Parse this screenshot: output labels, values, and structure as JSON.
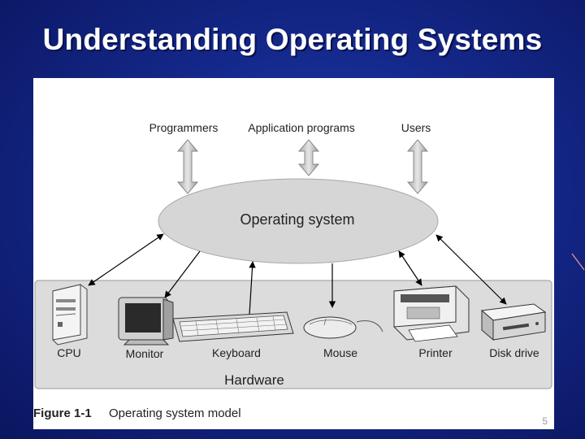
{
  "slide": {
    "title": "Understanding Operating Systems",
    "page_number": "5"
  },
  "diagram": {
    "top_labels": [
      "Programmers",
      "Application programs",
      "Users"
    ],
    "center_label": "Operating system",
    "hardware_label": "Hardware",
    "devices": [
      "CPU",
      "Monitor",
      "Keyboard",
      "Mouse",
      "Printer",
      "Disk drive"
    ],
    "caption_number": "Figure 1-1",
    "caption_text": "Operating system model"
  },
  "colors": {
    "background": "#14288a",
    "ellipse": "#d6d6d6",
    "hardware_band": "#dcdcdc",
    "figure_bg": "#ffffff"
  }
}
